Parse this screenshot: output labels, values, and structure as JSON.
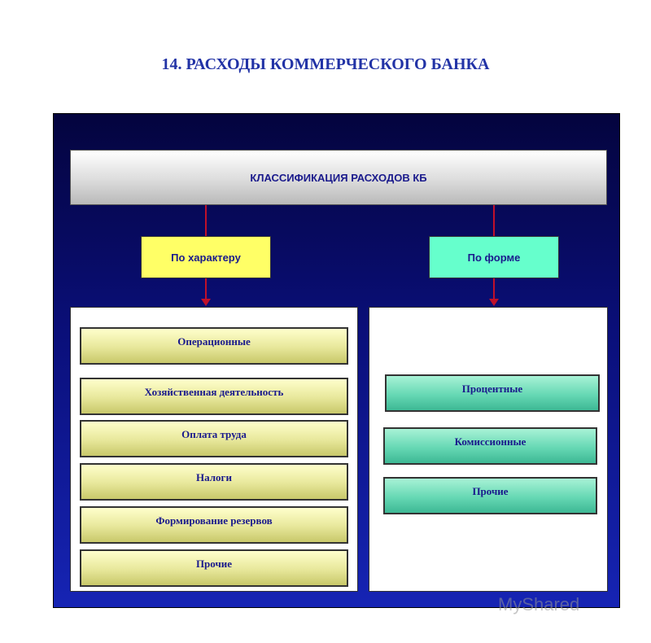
{
  "title": "14. РАСХОДЫ КОММЕРЧЕСКОГО БАНКА",
  "header": "КЛАССИФИКАЦИЯ РАСХОДОВ КБ",
  "categories": {
    "left": "По характеру",
    "right": "По форме"
  },
  "left_items": [
    "Операционные",
    "Хозяйственная деятельность",
    "Оплата труда",
    "Налоги",
    "Формирование резервов",
    "Прочие"
  ],
  "right_items": [
    "Процентные",
    "Комиссионные",
    "Прочие"
  ],
  "watermark": "MyShared",
  "colors": {
    "panel": "#0a0f7a",
    "connector": "#c0102a",
    "left_category": "#ffff66",
    "right_category": "#66ffcc",
    "text": "#1a1a8c"
  }
}
